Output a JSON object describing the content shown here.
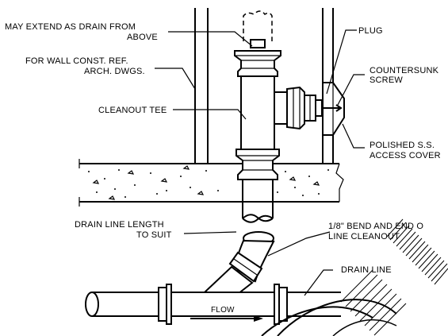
{
  "labels": {
    "drain_from_above_1": "MAY EXTEND AS DRAIN FROM",
    "drain_from_above_2": "ABOVE",
    "wall_ref_1": "FOR WALL CONST. REF.",
    "wall_ref_2": "ARCH. DWGS.",
    "cleanout_tee": "CLEANOUT TEE",
    "plug": "PLUG",
    "countersunk_1": "COUNTERSUNK",
    "countersunk_2": "SCREW",
    "cover_1": "POLISHED S.S.",
    "cover_2": "ACCESS COVER",
    "drain_length_1": "DRAIN LINE  LENGTH",
    "drain_length_2": "TO SUIT",
    "bend_1": "1/8\" BEND AND END O",
    "bend_2": "LINE CLEANOUT",
    "drain_line": "DRAIN LINE",
    "flow": "FLOW"
  }
}
